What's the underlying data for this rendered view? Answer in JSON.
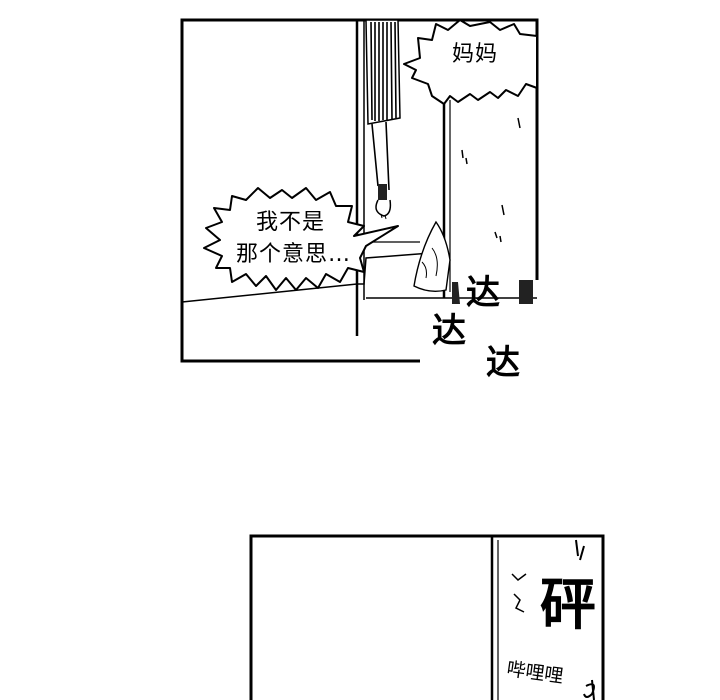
{
  "panel_top": {
    "speech_mom": "妈妈",
    "speech_apology_line1": "我不是",
    "speech_apology_line2": "那个意思…",
    "sfx_footsteps": [
      "达",
      "达",
      "达"
    ]
  },
  "panel_bottom": {
    "sfx_smash": "砰",
    "sfx_crash": "哔哩哩"
  },
  "colors": {
    "ink": "#000000",
    "paper": "#ffffff",
    "shadow": "#333333"
  }
}
